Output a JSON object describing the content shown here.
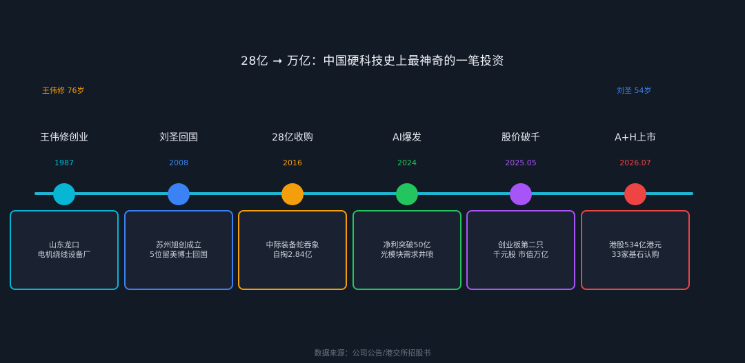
{
  "title": "28亿 ➞ 万亿：中国硬科技史上最神奇的一笔投资",
  "persons": {
    "left": {
      "label": "王伟修 76岁",
      "color": "#f59e0b"
    },
    "right": {
      "label": "刘圣 54岁",
      "color": "#3b82f6"
    }
  },
  "line_color": "#1fb6d1",
  "events": [
    {
      "title": "王伟修创业",
      "date": "1987",
      "color": "#06b6d4",
      "desc1": "山东龙口",
      "desc2": "电机绕线设备厂"
    },
    {
      "title": "刘圣回国",
      "date": "2008",
      "color": "#3b82f6",
      "desc1": "苏州旭创成立",
      "desc2": "5位留美博士回国"
    },
    {
      "title": "28亿收购",
      "date": "2016",
      "color": "#f59e0b",
      "desc1": "中际装备蛇吞象",
      "desc2": "自掏2.84亿"
    },
    {
      "title": "AI爆发",
      "date": "2024",
      "color": "#22c55e",
      "desc1": "净利突破50亿",
      "desc2": "光模块需求井喷"
    },
    {
      "title": "股价破千",
      "date": "2025.05",
      "color": "#a855f7",
      "desc1": "创业板第二只",
      "desc2": "千元股 市值万亿"
    },
    {
      "title": "A+H上市",
      "date": "2026.07",
      "color": "#ef4444",
      "desc1": "港股534亿港元",
      "desc2": "33家基石认购"
    }
  ],
  "source": "数据来源：公司公告/港交所招股书"
}
